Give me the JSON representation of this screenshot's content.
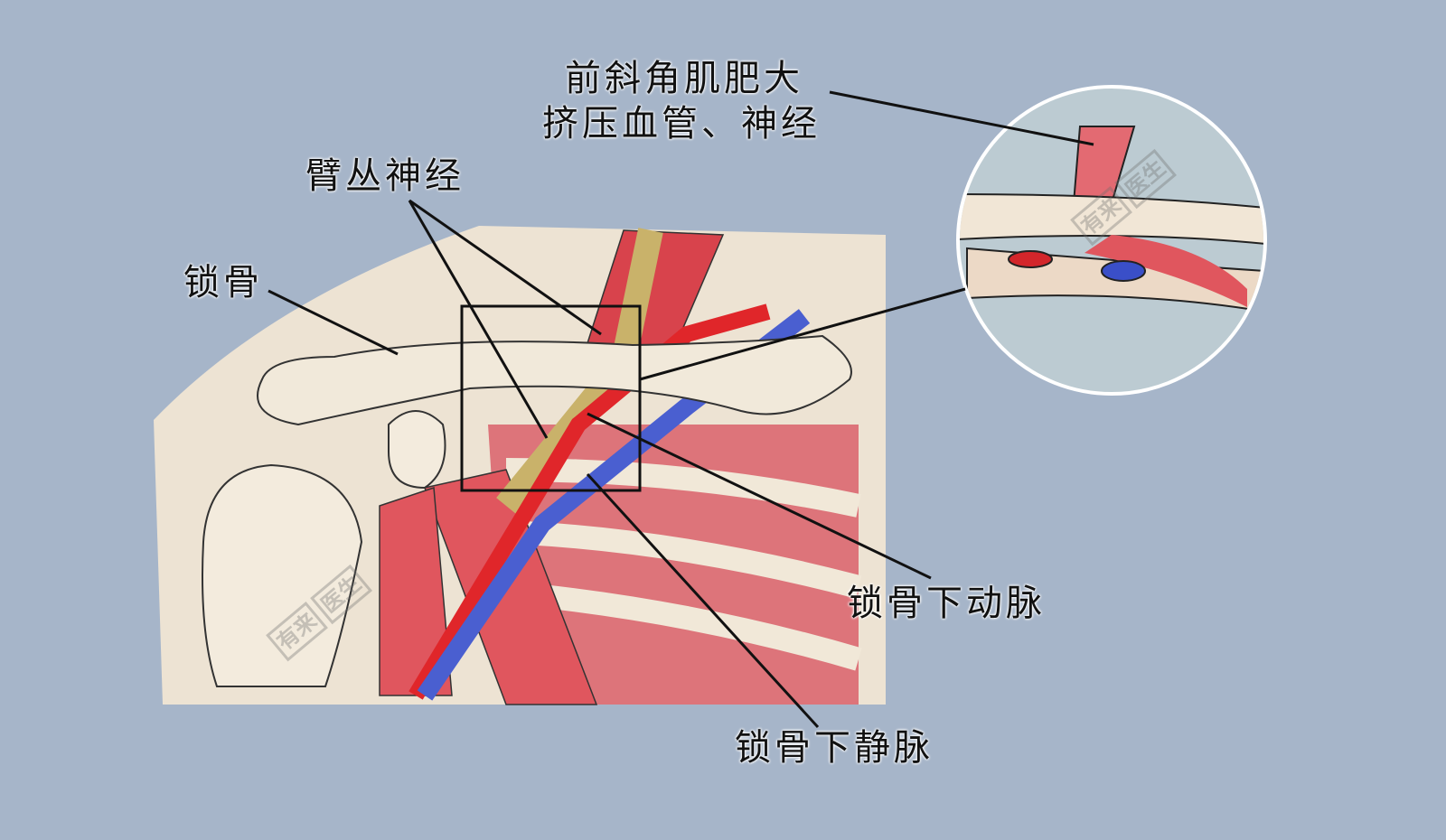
{
  "labels": {
    "scalene_line1": "前斜角肌肥大",
    "scalene_line2": "挤压血管、神经",
    "brachial_plexus": "臂丛神经",
    "clavicle": "锁骨",
    "subclavian_artery": "锁骨下动脉",
    "subclavian_vein": "锁骨下静脉"
  },
  "watermark": {
    "brand": "有来",
    "seal": "医生"
  },
  "colors": {
    "background": "#a6b5c9",
    "bone": "#efe6d6",
    "muscle": "#e0565e",
    "artery": "#e0262a",
    "vein": "#4a5fd0",
    "nerve": "#c9b26a"
  }
}
